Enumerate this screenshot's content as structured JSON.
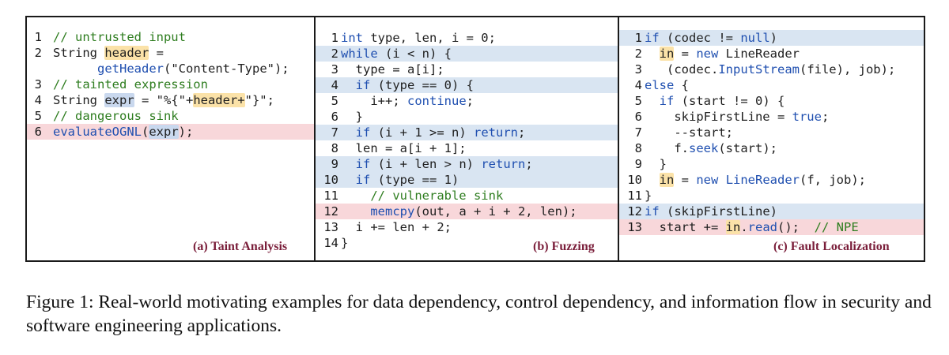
{
  "panels": [
    {
      "caption": "(a) Taint Analysis",
      "lines": [
        {
          "n": "1",
          "hl": "",
          "segs": [
            [
              "cm",
              "// untrusted input"
            ]
          ]
        },
        {
          "n": "2",
          "hl": "",
          "segs": [
            [
              "",
              "String "
            ],
            [
              "tag",
              "header"
            ],
            [
              "",
              " ="
            ]
          ]
        },
        {
          "n": "",
          "hl": "",
          "segs": [
            [
              "",
              "      "
            ],
            [
              "fn",
              "getHeader"
            ],
            [
              "",
              "(\"Content-Type\");"
            ]
          ]
        },
        {
          "n": "3",
          "hl": "",
          "segs": [
            [
              "cm",
              "// tainted expression"
            ]
          ]
        },
        {
          "n": "4",
          "hl": "",
          "segs": [
            [
              "",
              "String "
            ],
            [
              "tagb",
              "expr"
            ],
            [
              "",
              " = \"%{\"+"
            ],
            [
              "tag",
              "header+"
            ],
            [
              "",
              "\"}\";"
            ]
          ]
        },
        {
          "n": "5",
          "hl": "",
          "segs": [
            [
              "cm",
              "// dangerous sink"
            ]
          ]
        },
        {
          "n": "6",
          "hl": "red",
          "segs": [
            [
              "fn",
              "evaluateOGNL"
            ],
            [
              "",
              "("
            ],
            [
              "tagb",
              "expr"
            ],
            [
              "",
              ");"
            ]
          ]
        }
      ]
    },
    {
      "caption": "(b) Fuzzing",
      "lines": [
        {
          "n": "1",
          "hl": "",
          "segs": [
            [
              "kw",
              "int"
            ],
            [
              "",
              " type, len, i = 0;"
            ]
          ]
        },
        {
          "n": "2",
          "hl": "blue",
          "segs": [
            [
              "kw",
              "while"
            ],
            [
              "",
              " (i < n) {"
            ]
          ]
        },
        {
          "n": "3",
          "hl": "",
          "segs": [
            [
              "",
              "  type = a[i];"
            ]
          ]
        },
        {
          "n": "4",
          "hl": "blue",
          "segs": [
            [
              "",
              "  "
            ],
            [
              "kw",
              "if"
            ],
            [
              "",
              " (type == 0) {"
            ]
          ]
        },
        {
          "n": "5",
          "hl": "",
          "segs": [
            [
              "",
              "    i++; "
            ],
            [
              "kw",
              "continue"
            ],
            [
              "",
              ";"
            ]
          ]
        },
        {
          "n": "6",
          "hl": "",
          "segs": [
            [
              "",
              "  }"
            ]
          ]
        },
        {
          "n": "7",
          "hl": "blue",
          "segs": [
            [
              "",
              "  "
            ],
            [
              "kw",
              "if"
            ],
            [
              "",
              " (i + 1 >= n) "
            ],
            [
              "kw",
              "return"
            ],
            [
              "",
              ";"
            ]
          ]
        },
        {
          "n": "8",
          "hl": "",
          "segs": [
            [
              "",
              "  len = a[i + 1];"
            ]
          ]
        },
        {
          "n": "9",
          "hl": "blue",
          "segs": [
            [
              "",
              "  "
            ],
            [
              "kw",
              "if"
            ],
            [
              "",
              " (i + len > n) "
            ],
            [
              "kw",
              "return"
            ],
            [
              "",
              ";"
            ]
          ]
        },
        {
          "n": "10",
          "hl": "blue",
          "segs": [
            [
              "",
              "  "
            ],
            [
              "kw",
              "if"
            ],
            [
              "",
              " (type == 1)"
            ]
          ]
        },
        {
          "n": "11",
          "hl": "",
          "segs": [
            [
              "",
              "    "
            ],
            [
              "cm",
              "// vulnerable sink"
            ]
          ]
        },
        {
          "n": "12",
          "hl": "red",
          "segs": [
            [
              "",
              "    "
            ],
            [
              "fn",
              "memcpy"
            ],
            [
              "",
              "(out, a + i + 2, len);"
            ]
          ]
        },
        {
          "n": "13",
          "hl": "",
          "segs": [
            [
              "",
              "  i += len + 2;"
            ]
          ]
        },
        {
          "n": "14",
          "hl": "",
          "segs": [
            [
              "",
              "}"
            ]
          ]
        }
      ]
    },
    {
      "caption": "(c) Fault Localization",
      "lines": [
        {
          "n": "1",
          "hl": "blue",
          "segs": [
            [
              "kw",
              "if"
            ],
            [
              "",
              " (codec != "
            ],
            [
              "kw",
              "null"
            ],
            [
              "",
              ")"
            ]
          ]
        },
        {
          "n": "2",
          "hl": "",
          "segs": [
            [
              "",
              "  "
            ],
            [
              "tag",
              "in"
            ],
            [
              "",
              " = "
            ],
            [
              "kw",
              "new"
            ],
            [
              "",
              " LineReader"
            ]
          ]
        },
        {
          "n": "3",
          "hl": "",
          "segs": [
            [
              "",
              "   (codec."
            ],
            [
              "fn",
              "InputStream"
            ],
            [
              "",
              "(file), job);"
            ]
          ]
        },
        {
          "n": "4",
          "hl": "",
          "segs": [
            [
              "kw",
              "else"
            ],
            [
              "",
              " {"
            ]
          ]
        },
        {
          "n": "5",
          "hl": "",
          "segs": [
            [
              "",
              "  "
            ],
            [
              "kw",
              "if"
            ],
            [
              "",
              " (start != 0) {"
            ]
          ]
        },
        {
          "n": "6",
          "hl": "",
          "segs": [
            [
              "",
              "    skipFirstLine = "
            ],
            [
              "kw",
              "true"
            ],
            [
              "",
              ";"
            ]
          ]
        },
        {
          "n": "7",
          "hl": "",
          "segs": [
            [
              "",
              "    --start;"
            ]
          ]
        },
        {
          "n": "8",
          "hl": "",
          "segs": [
            [
              "",
              "    f."
            ],
            [
              "fn",
              "seek"
            ],
            [
              "",
              "(start);"
            ]
          ]
        },
        {
          "n": "9",
          "hl": "",
          "segs": [
            [
              "",
              "  }"
            ]
          ]
        },
        {
          "n": "10",
          "hl": "",
          "segs": [
            [
              "",
              "  "
            ],
            [
              "tag",
              "in"
            ],
            [
              "",
              " = "
            ],
            [
              "kw",
              "new"
            ],
            [
              "",
              " "
            ],
            [
              "fn",
              "LineReader"
            ],
            [
              "",
              "(f, job);"
            ]
          ]
        },
        {
          "n": "11",
          "hl": "",
          "segs": [
            [
              "",
              "}"
            ]
          ]
        },
        {
          "n": "12",
          "hl": "blue",
          "segs": [
            [
              "kw",
              "if"
            ],
            [
              "",
              " (skipFirstLine)"
            ]
          ]
        },
        {
          "n": "13",
          "hl": "red",
          "segs": [
            [
              "",
              "  start += "
            ],
            [
              "tag",
              "in"
            ],
            [
              "",
              "."
            ],
            [
              "fn",
              "read"
            ],
            [
              "",
              "();  "
            ],
            [
              "cm",
              "// NPE"
            ]
          ]
        }
      ]
    }
  ],
  "figure_caption": "Figure 1: Real-world motivating examples for data dependency, control dependency, and information flow in security and software engineering applications."
}
